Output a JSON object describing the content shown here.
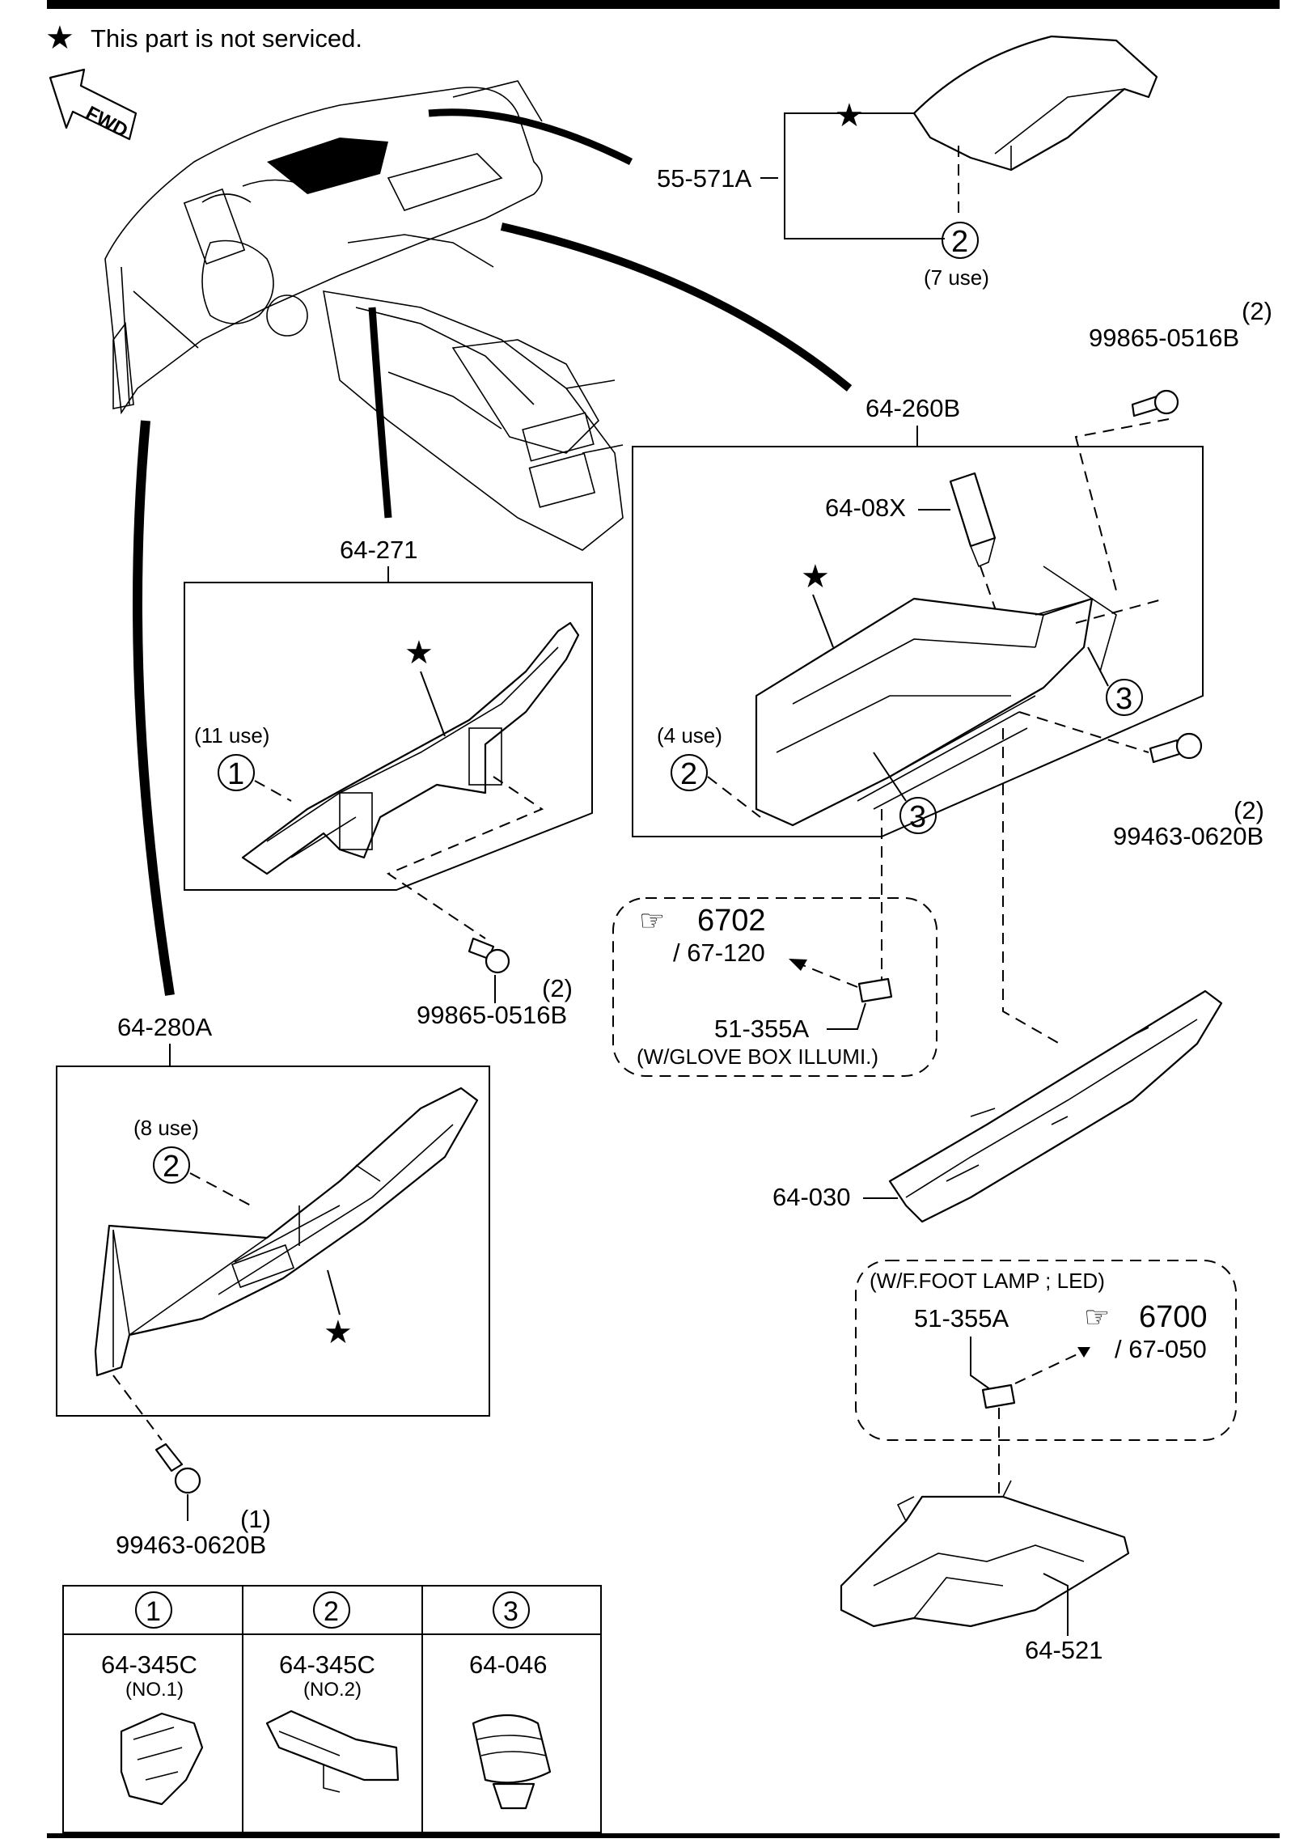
{
  "header_note": {
    "star": "★",
    "text": "This part is not serviced."
  },
  "fwd_label": "FWD",
  "callouts": {
    "p55_571A": "55-571A",
    "p64_260B": "64-260B",
    "p64_08X": "64-08X",
    "p64_271": "64-271",
    "p64_280A": "64-280A",
    "p64_030": "64-030",
    "p64_521": "64-521",
    "p51_355A_top": "51-355A",
    "p51_355A_bottom": "51-355A",
    "bolt_top_right": "99865-0516B",
    "bolt_top_right_qty": "(2)",
    "bolt_64_271": "99865-0516B",
    "bolt_64_271_qty": "(2)",
    "bolt_right_mid": "99463-0620B",
    "bolt_right_mid_qty": "(2)",
    "bolt_bottom_left": "99463-0620B",
    "bolt_bottom_left_qty": "(1)",
    "use7": "(7 use)",
    "use11": "(11 use)",
    "use4": "(4 use)",
    "use8": "(8 use)",
    "glove_illumi": "(W/GLOVE BOX ILLUMI.)",
    "foot_lamp": "(W/F.FOOT LAMP ; LED)",
    "ref6702": "6702",
    "ref6702_sub": "/ 67-120",
    "ref6700": "6700",
    "ref6700_sub": "/ 67-050",
    "circle1": "1",
    "circle2": "2",
    "circle3": "3",
    "star": "★"
  },
  "legend": {
    "items": [
      {
        "num": "1",
        "part": "64-345C",
        "sub": "(NO.1)"
      },
      {
        "num": "2",
        "part": "64-345C",
        "sub": "(NO.2)"
      },
      {
        "num": "3",
        "part": "64-046",
        "sub": ""
      }
    ]
  }
}
